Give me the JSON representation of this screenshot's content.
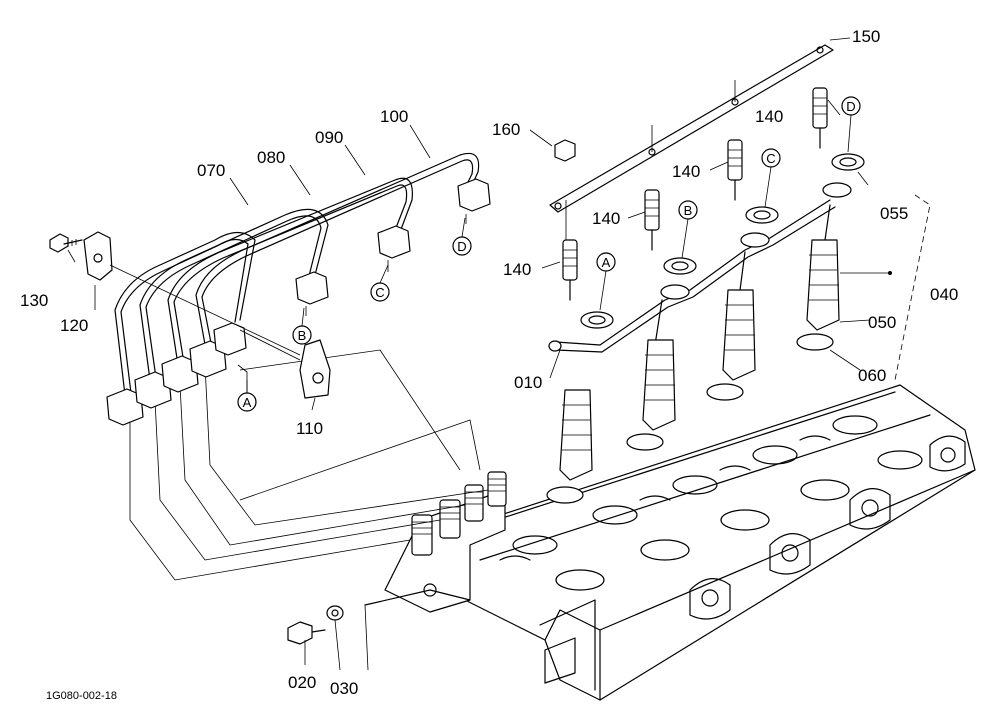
{
  "drawing_ref": "1G080-002-18",
  "part_numbers": {
    "p010": "010",
    "p020": "020",
    "p030": "030",
    "p040": "040",
    "p050": "050",
    "p055": "055",
    "p060": "060",
    "p070": "070",
    "p080": "080",
    "p090": "090",
    "p100": "100",
    "p110": "110",
    "p120": "120",
    "p130": "130",
    "p140": "140",
    "p150": "150",
    "p160": "160"
  },
  "connection_letters": {
    "a": "A",
    "b": "B",
    "c": "C",
    "d": "D"
  }
}
